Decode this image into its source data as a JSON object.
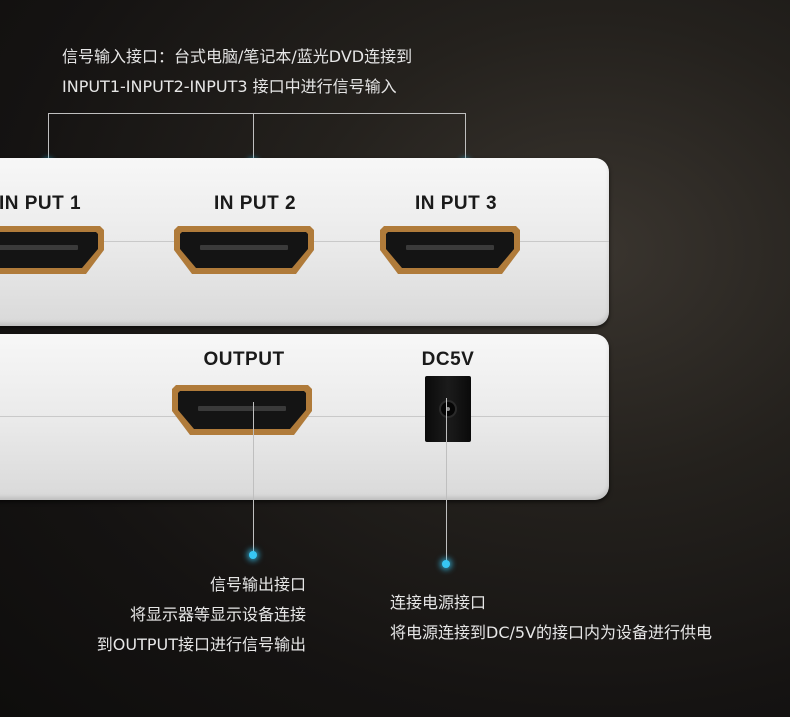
{
  "input_caption": {
    "line1": "信号输入接口：台式电脑/笔记本/蓝光DVD连接到",
    "line2": "INPUT1-INPUT2-INPUT3 接口中进行信号输入"
  },
  "ports": {
    "input1": "IN PUT 1",
    "input2": "IN PUT 2",
    "input3": "IN PUT 3",
    "output": "OUTPUT",
    "dc": "DC5V"
  },
  "output_caption": {
    "line1": "信号输出接口",
    "line2": "将显示器等显示设备连接",
    "line3": "到OUTPUT接口进行信号输出"
  },
  "power_caption": {
    "line1": "连接电源接口",
    "line2": "将电源连接到DC/5V的接口内为设备进行供电"
  },
  "colors": {
    "accent_dot": "#37c6f3",
    "port_trim": "#b07b3a",
    "panel": "#ececec"
  }
}
